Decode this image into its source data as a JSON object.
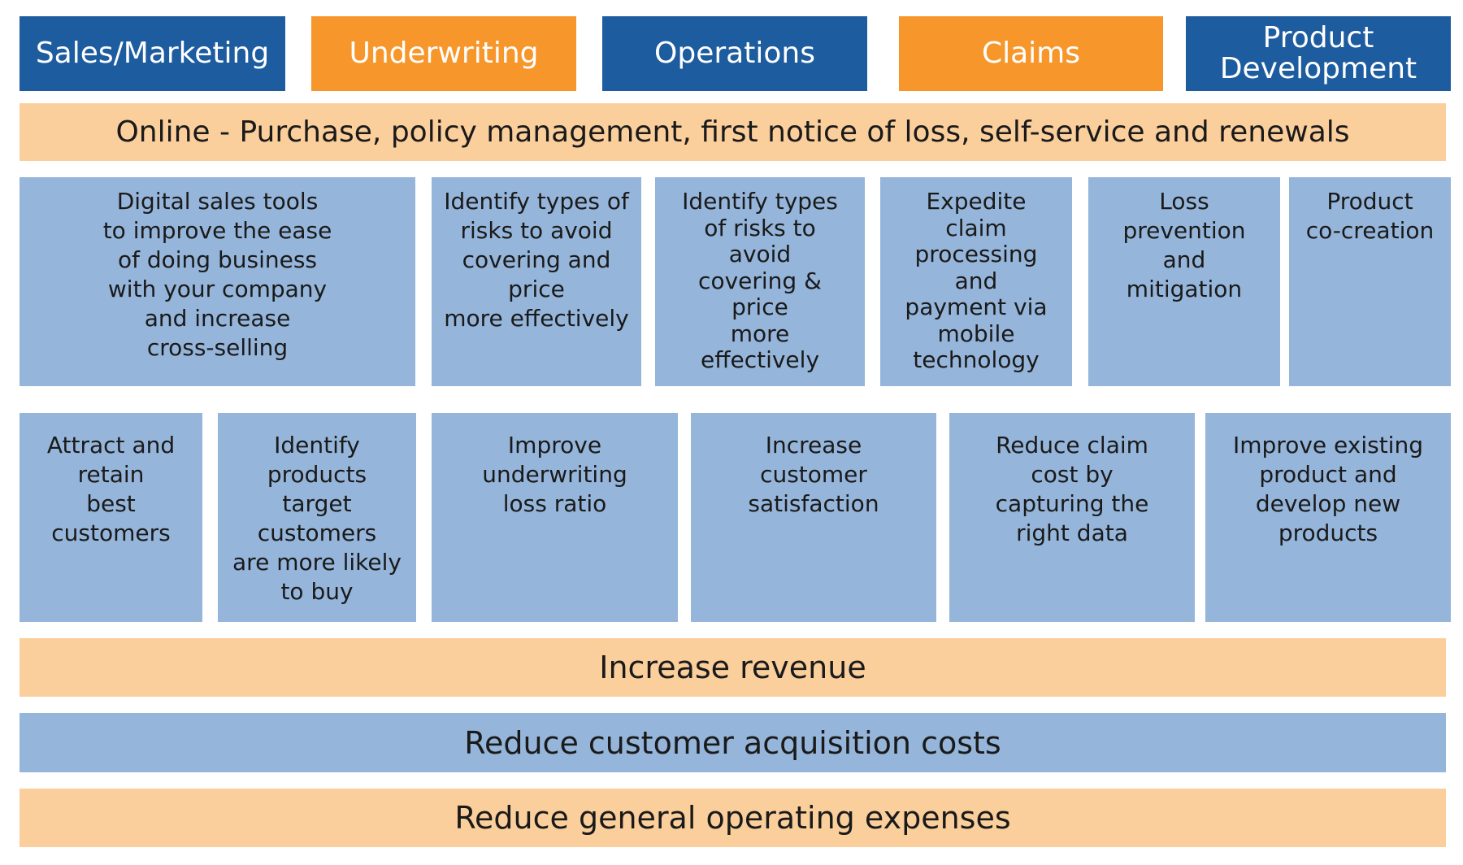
{
  "headers": [
    {
      "label": "Sales/Marketing"
    },
    {
      "label": "Underwriting"
    },
    {
      "label": "Operations"
    },
    {
      "label": "Claims"
    },
    {
      "label": "Product\nDevelopment"
    }
  ],
  "online_band": "Online - Purchase, policy management, first notice of loss, self-service and renewals",
  "row1": [
    {
      "text": "Digital sales tools\nto improve the ease\nof doing business\nwith your company\nand increase\ncross-selling"
    },
    {
      "text": "Identify types of\nrisks to avoid\ncovering and\nprice\nmore effectively"
    },
    {
      "text": "Identify types\nof risks to\navoid\ncovering &\nprice\nmore\neffectively"
    },
    {
      "text": "Expedite\nclaim\nprocessing\nand\npayment via\nmobile\ntechnology"
    },
    {
      "text": "Loss\nprevention\nand\nmitigation"
    },
    {
      "text": "Product\nco-creation"
    }
  ],
  "row2": [
    {
      "text": "Attract and\nretain\nbest\ncustomers"
    },
    {
      "text": "Identify\nproducts\ntarget\ncustomers\nare more likely\nto buy"
    },
    {
      "text": "Improve\nunderwriting\nloss ratio"
    },
    {
      "text": "Increase\ncustomer\nsatisfaction"
    },
    {
      "text": "Reduce claim\ncost by\ncapturing the\nright data"
    },
    {
      "text": "Improve existing\nproduct and\ndevelop new\nproducts"
    }
  ],
  "bands": [
    {
      "text": "Increase revenue"
    },
    {
      "text": "Reduce customer acquisition costs"
    },
    {
      "text": "Reduce general operating expenses"
    }
  ],
  "colors": {
    "header_blue": "#1d5c9f",
    "header_orange": "#f7972b",
    "peach": "#fbcf9c",
    "light_blue": "#95b5da"
  }
}
